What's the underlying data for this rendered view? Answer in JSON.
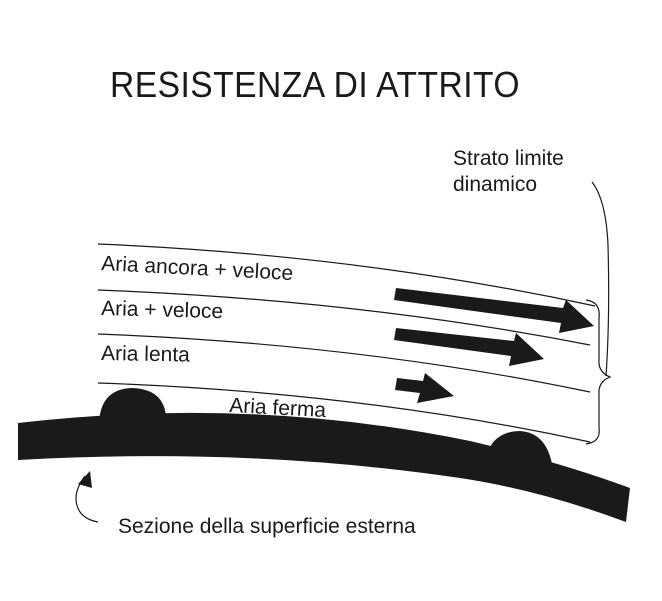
{
  "title": "RESISTENZA DI ATTRITO",
  "labels": {
    "boundary_layer_line1": "Strato limite",
    "boundary_layer_line2": "dinamico",
    "layer_fastest": "Aria ancora + veloce",
    "layer_faster": "Aria + veloce",
    "layer_slow": "Aria lenta",
    "layer_still": "Aria ferma",
    "surface": "Sezione della superficie esterna"
  },
  "colors": {
    "ink": "#1a1a1a",
    "background": "#ffffff"
  }
}
